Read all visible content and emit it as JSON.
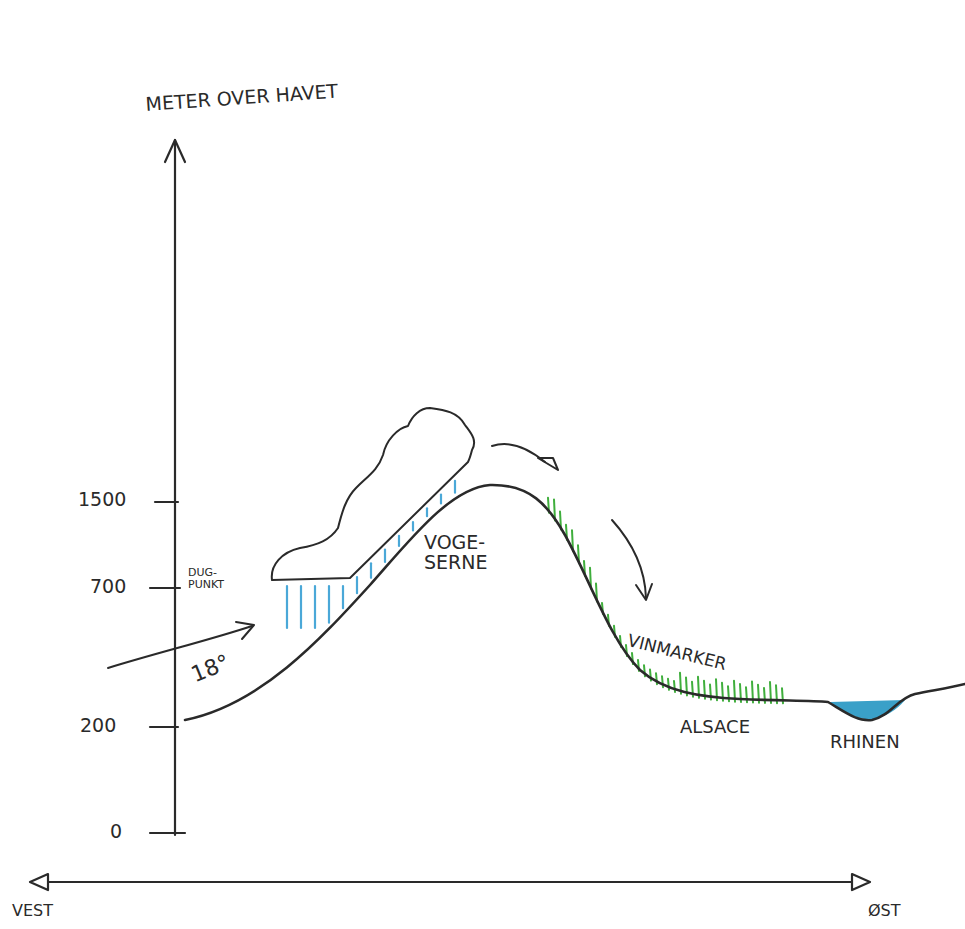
{
  "diagram": {
    "labels": [
      "METER OVER HAVET",
      "1500",
      "700",
      "DUG- PUNKT",
      "VOGE- SERNE",
      "VINMARKER",
      "18°",
      "200",
      "ALSACE",
      "RHINEN",
      "0",
      "VEST",
      "ØST"
    ]
  }
}
